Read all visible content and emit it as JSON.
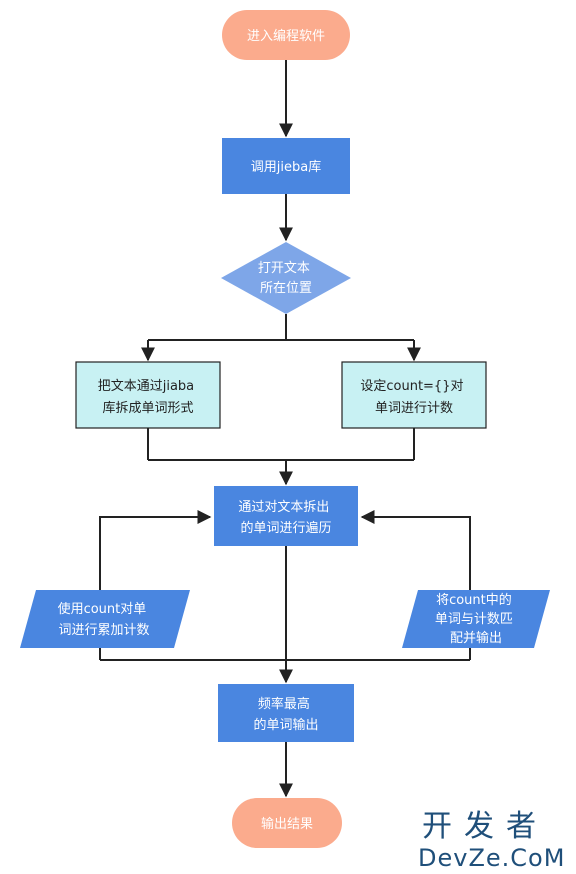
{
  "colors": {
    "terminal_fill": "#fbab8d",
    "process_fill": "#4a86e0",
    "decision_fill": "#7ea6e8",
    "teal_fill": "#c8f1f3",
    "io_fill": "#4a86e0",
    "line": "#222222",
    "white_text": "#ffffff",
    "dark_text": "#222222"
  },
  "nodes": {
    "start": {
      "lines": [
        "进入编程软件"
      ]
    },
    "import_jieba": {
      "lines": [
        "调用jieba库"
      ]
    },
    "open_file": {
      "lines": [
        "打开文本",
        "所在位置"
      ]
    },
    "split_words": {
      "lines": [
        "把文本通过jiaba",
        "库拆成单词形式"
      ]
    },
    "set_count": {
      "lines": [
        "设定count={}对",
        "单词进行计数"
      ]
    },
    "traverse": {
      "lines": [
        "通过对文本拆出",
        "的单词进行遍历"
      ]
    },
    "accumulate": {
      "lines": [
        "使用count对单",
        "词进行累加计数"
      ]
    },
    "match": {
      "lines": [
        "将count中的",
        "单词与计数匹",
        "配并输出"
      ]
    },
    "top_words": {
      "lines": [
        "频率最高",
        "的单词输出"
      ]
    },
    "end": {
      "lines": [
        "输出结果"
      ]
    }
  },
  "watermark": {
    "line1": "开发者",
    "line2": "DevZe.CoM"
  }
}
